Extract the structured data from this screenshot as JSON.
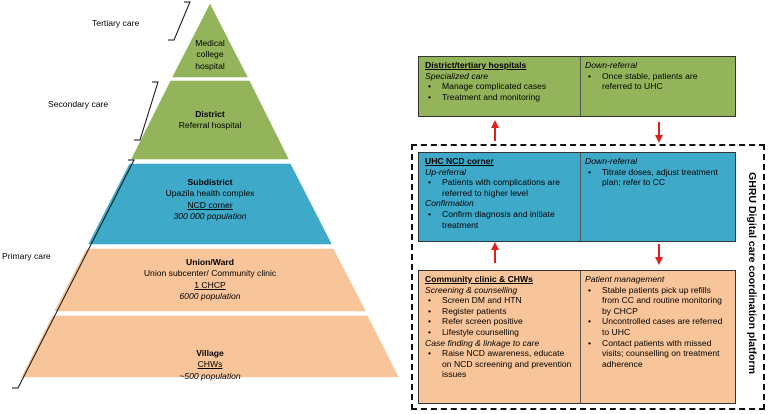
{
  "colors": {
    "green": "#93B45A",
    "blue": "#3EA9C8",
    "orange": "#F8C49A",
    "arrow": "#E0201C"
  },
  "pyramid": {
    "levels": [
      {
        "level": "Tertiary care",
        "tiers": [
          "tertiary"
        ]
      },
      {
        "level": "Secondary care",
        "tiers": [
          "district"
        ]
      },
      {
        "level": "Primary care",
        "tiers": [
          "subdistrict",
          "union",
          "village"
        ]
      }
    ],
    "tertiary": {
      "lines": [
        "Medical",
        "college",
        "hospital"
      ]
    },
    "district": {
      "title": "District",
      "line": "Referral hospital"
    },
    "subdistrict": {
      "title": "Subdistrict",
      "line": "Upazila health complex",
      "underlined": "NCD corner",
      "italic": "300 000 population"
    },
    "union": {
      "title": "Union/Ward",
      "line": "Union subcenter/ Community clinic",
      "underlined": "1 CHCP",
      "italic": "6000 population"
    },
    "village": {
      "title": "Village",
      "underlined": "CHWs",
      "italic": "~500 population"
    }
  },
  "boxes": {
    "district": {
      "left": {
        "heading": "District/tertiary hospitals",
        "subheading": "Specialized care",
        "bullets": [
          "Manage complicated cases",
          "Treatment and monitoring"
        ]
      },
      "right": {
        "subheading": "Down-referral",
        "bullets": [
          "Once stable, patients are referred to UHC"
        ]
      }
    },
    "uhc": {
      "left": {
        "heading": "UHC NCD corner",
        "subheading": "Up-referral",
        "bullets": [
          "Patients with complications are referred to higher level"
        ],
        "subheading2": "Confirmation",
        "bullets2": [
          "Confirm diagnosis and initiate treatment"
        ]
      },
      "right": {
        "subheading": "Down-referral",
        "bullets": [
          "Titrate doses, adjust treatment plan; refer to CC"
        ]
      }
    },
    "community": {
      "left": {
        "heading": "Community clinic & CHWs",
        "subheading": "Screening & counselling",
        "bullets": [
          "Screen DM and HTN",
          "Register patients",
          "Refer screen positive",
          "Lifestyle counselling"
        ],
        "subheading2": "Case finding & linkage to care",
        "bullets2": [
          "Raise NCD awareness, educate on NCD screening and prevention issues"
        ]
      },
      "right": {
        "subheading": "Patient management",
        "bullets": [
          "Stable patients pick up refills from CC and routine monitoring by CHCP",
          "Uncontrolled cases are referred to UHC",
          "Contact patients with missed visits; counselling on treatment adherence"
        ]
      }
    }
  },
  "platform_label": "GHRU Digital care coordination platform"
}
